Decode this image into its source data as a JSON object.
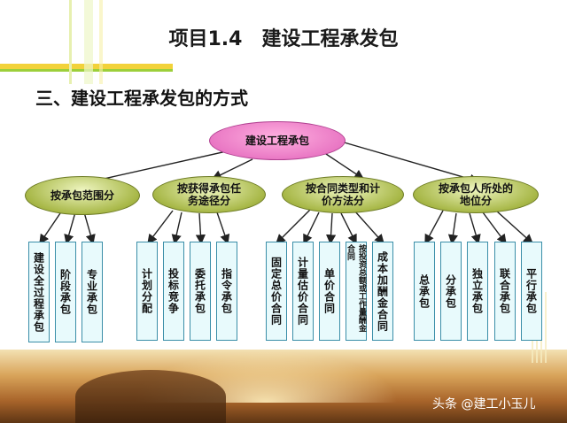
{
  "title": "项目1.4　建设工程承发包",
  "subtitle": "三、建设工程承发包的方式",
  "root": "建设工程承包",
  "categories": [
    {
      "label": "按承包范围分",
      "items": [
        "建设全过程承包",
        "阶段承包",
        "专业承包"
      ]
    },
    {
      "label": "按获得承包任务途径分",
      "items": [
        "计划分配",
        "投标竞争",
        "委托承包",
        "指令承包"
      ]
    },
    {
      "label": "按合同类型和计价方法分",
      "items": [
        "固定总价合同",
        "计量估价合同",
        "单价合同",
        "按投资总额或工作量酬金合同",
        "成本加酬金合同"
      ]
    },
    {
      "label": "按承包人所处的地位分",
      "items": [
        "总承包",
        "分承包",
        "独立承包",
        "联合承包",
        "平行承包"
      ]
    }
  ],
  "watermark": "头条 @建工小玉儿",
  "colors": {
    "root": "#e060b8",
    "category": "#a8b848",
    "leaf_border": "#3a8ea8",
    "leaf_fill": "#e8fafc"
  }
}
